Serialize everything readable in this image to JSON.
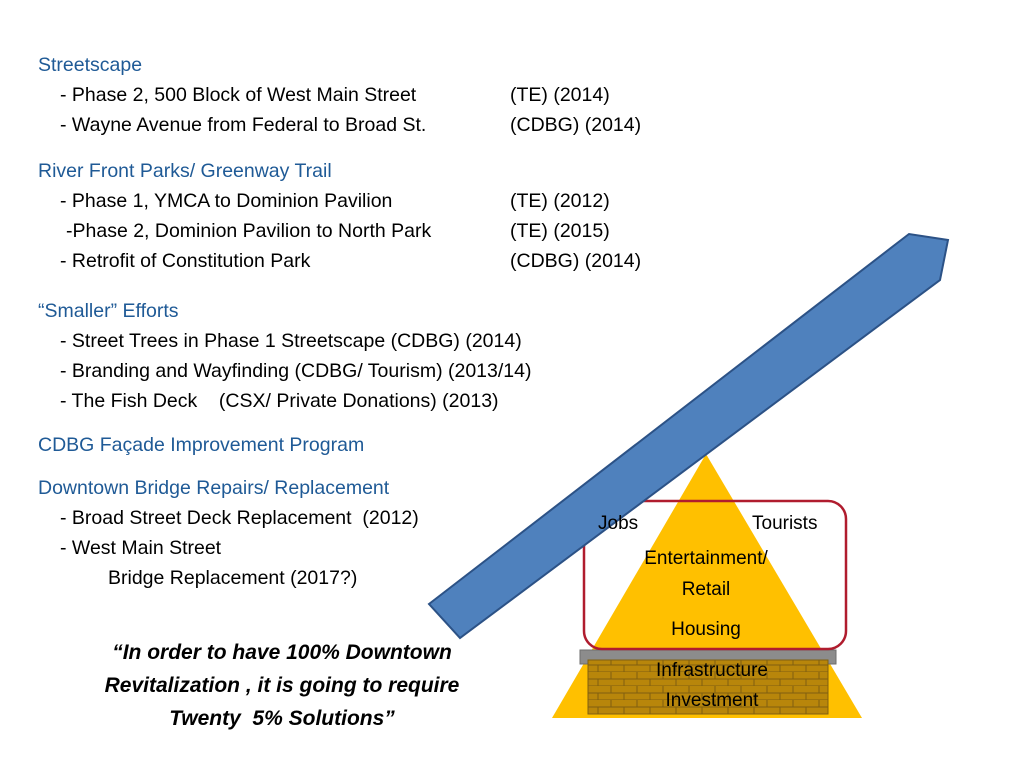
{
  "colors": {
    "heading": "#1f5a96",
    "arrow_fill": "#4f81bd",
    "arrow_stroke": "#2c5286",
    "pyramid_fill": "#ffc000",
    "brick_fill": "#b8860b",
    "brick_mortar": "#7f5f10",
    "highlight_border": "#b01c2e",
    "slab": "#8c8c8c"
  },
  "sections": [
    {
      "heading": "Streetscape",
      "items": [
        {
          "desc": "- Phase 2, 500 Block of West Main Street",
          "tag": "(TE) (2014)"
        },
        {
          "desc": "- Wayne Avenue from Federal to Broad St.",
          "tag": "(CDBG) (2014)"
        }
      ]
    },
    {
      "heading": "River Front Parks/ Greenway Trail",
      "items": [
        {
          "desc": "- Phase 1, YMCA to Dominion Pavilion",
          "tag": "(TE) (2012)"
        },
        {
          "desc": "-Phase 2, Dominion Pavilion to North Park",
          "tag": "(TE) (2015)"
        },
        {
          "desc": "- Retrofit of Constitution Park",
          "tag": "(CDBG) (2014)"
        }
      ]
    },
    {
      "heading": "“Smaller” Efforts",
      "items": [
        {
          "text": "- Street Trees in Phase 1 Streetscape (CDBG) (2014)"
        },
        {
          "text": "- Branding and Wayfinding (CDBG/ Tourism) (2013/14)"
        },
        {
          "text": "- The Fish Deck    (CSX/ Private Donations) (2013)"
        }
      ]
    },
    {
      "heading": "CDBG Façade Improvement Program",
      "items": []
    },
    {
      "heading": "Downtown Bridge Repairs/ Replacement",
      "items": [
        {
          "text": "- Broad Street Deck Replacement  (2012)"
        },
        {
          "text": "- West Main Street"
        },
        {
          "text": "Bridge Replacement (2017?)"
        }
      ]
    }
  ],
  "quote": {
    "line1": "“In order to have 100% Downtown",
    "line2": "Revitalization , it is going to require",
    "line3": "Twenty  5% Solutions”"
  },
  "pyramid": {
    "jobs": "Jobs",
    "tourists": "Tourists",
    "entertainment": "Entertainment/",
    "retail": "Retail",
    "housing": "Housing",
    "infrastructure": "Infrastructure",
    "investment": "Investment"
  }
}
